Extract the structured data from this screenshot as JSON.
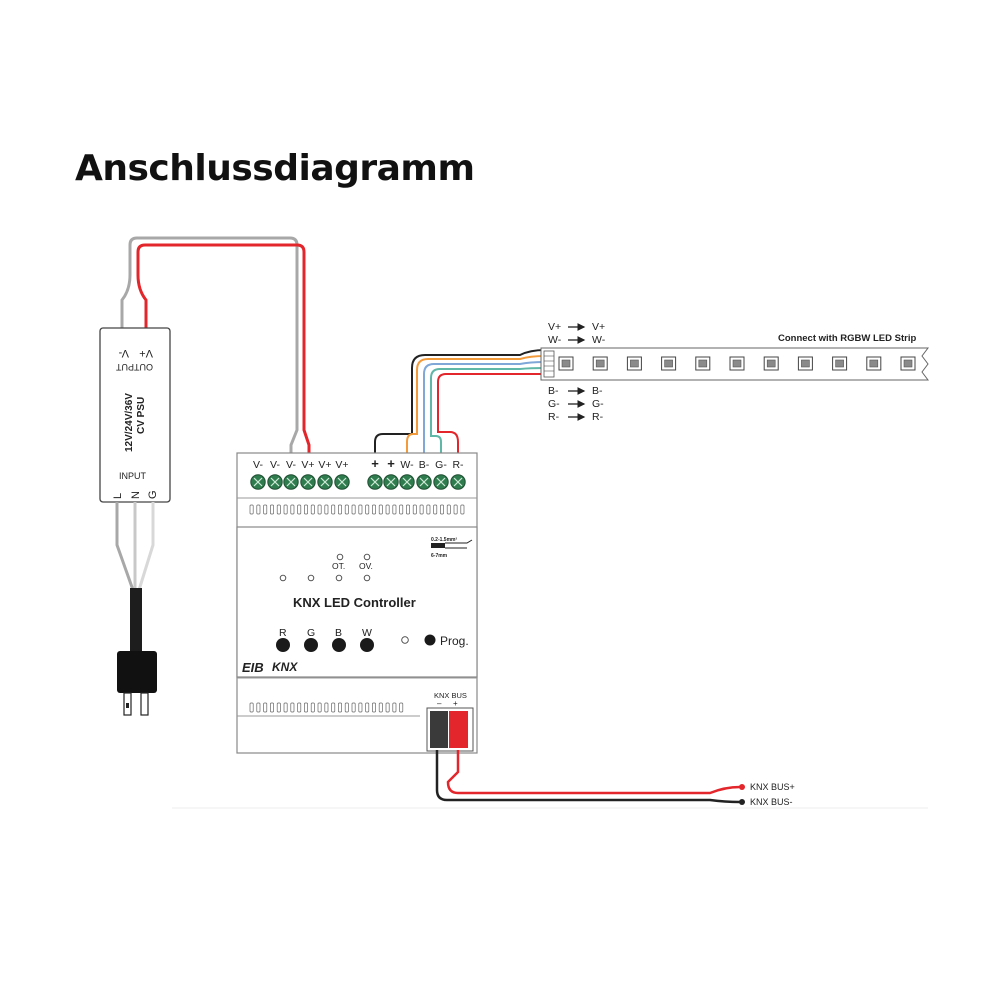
{
  "title": "Anschlussdiagramm",
  "colors": {
    "wire_red": "#e3262b",
    "wire_gray": "#a8a8a8",
    "wire_black": "#222222",
    "wire_orange": "#f39a3a",
    "wire_blue": "#7fa8d8",
    "wire_teal": "#5fb7a8",
    "terminal_green": "#2f7d4f",
    "bus_red": "#e3262b"
  },
  "psu": {
    "output_label": "OUTPUT",
    "v_minus": "V-",
    "v_plus": "V+",
    "voltage": "12V/24V/36V",
    "type": "CV PSU",
    "input_label": "INPUT",
    "l": "L",
    "n": "N",
    "g": "G"
  },
  "controller": {
    "name": "KNX LED Controller",
    "terminals": [
      "V-",
      "V-",
      "V-",
      "V+",
      "V+",
      "V+",
      "+",
      "+",
      "W-",
      "B-",
      "G-",
      "R-"
    ],
    "ot": "OT.",
    "ov": "OV.",
    "buttons": [
      "R",
      "G",
      "B",
      "W"
    ],
    "prog": "Prog.",
    "eib": "EIB",
    "knx": "KNX",
    "bus_label": "KNX BUS",
    "bus_minus": "–",
    "bus_plus": "+",
    "wire_spec_1": "0.2-1.5mm²",
    "wire_spec_2": "6-7mm"
  },
  "strip": {
    "title": "Connect with RGBW LED Strip",
    "top_map": [
      {
        "from": "V+",
        "to": "V+"
      },
      {
        "from": "W-",
        "to": "W-"
      }
    ],
    "bottom_map": [
      {
        "from": "B-",
        "to": "B-"
      },
      {
        "from": "G-",
        "to": "G-"
      },
      {
        "from": "R-",
        "to": "R-"
      }
    ]
  },
  "bus": {
    "plus": "KNX BUS+",
    "minus": "KNX BUS-"
  }
}
